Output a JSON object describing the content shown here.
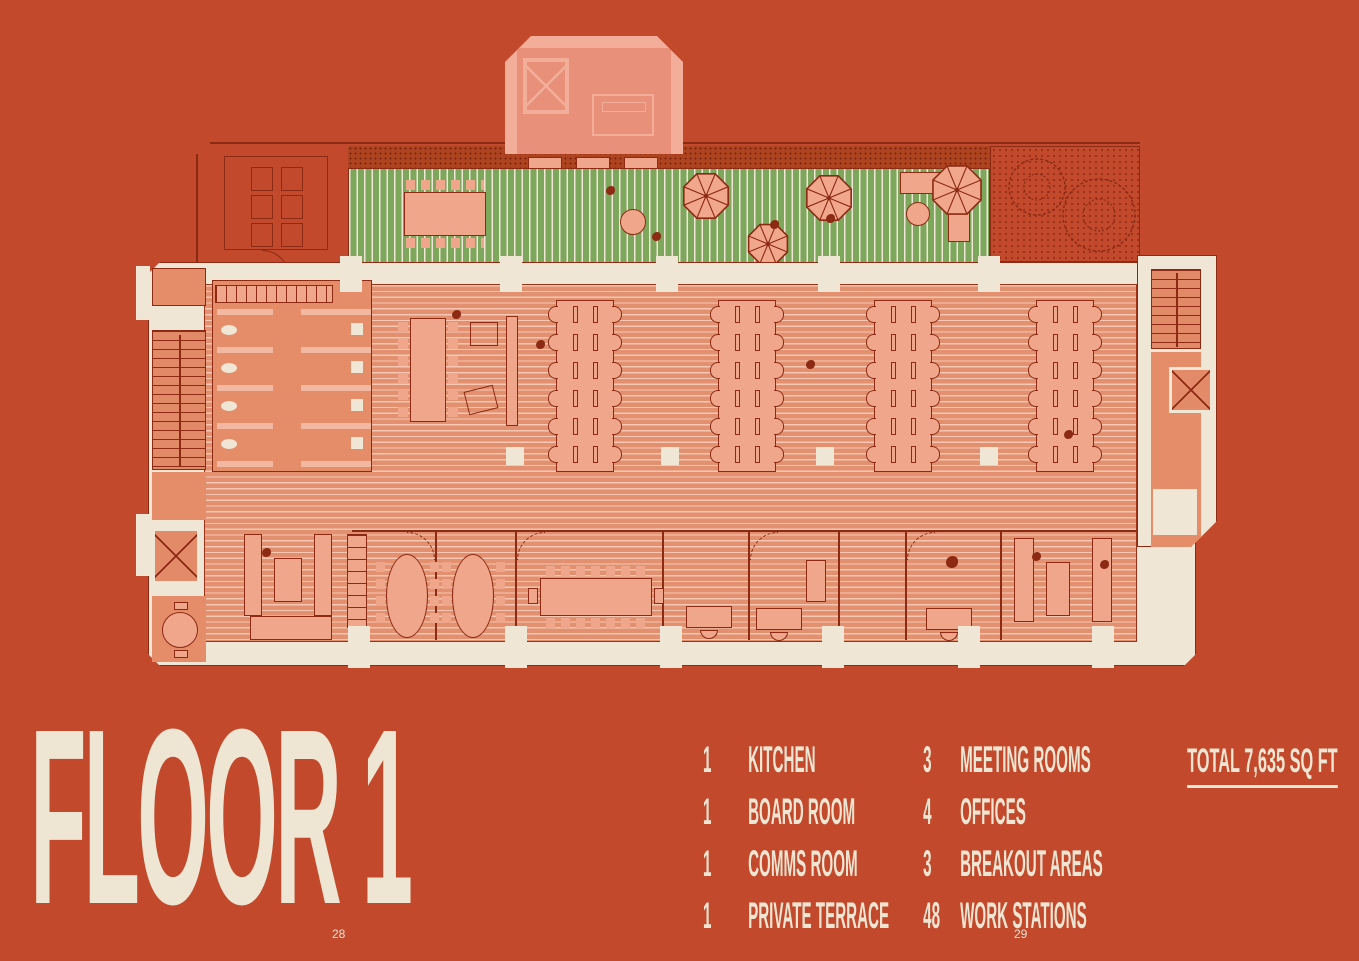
{
  "title": {
    "text": "FLOOR 1"
  },
  "summary": {
    "total_label": "TOTAL 7,635 SQ FT"
  },
  "legend": {
    "rows": [
      {
        "c1": "1",
        "l1": "KITCHEN",
        "c2": "3",
        "l2": "MEETING ROOMS"
      },
      {
        "c1": "1",
        "l1": "BOARD ROOM",
        "c2": "4",
        "l2": "OFFICES"
      },
      {
        "c1": "1",
        "l1": "COMMS ROOM",
        "c2": "3",
        "l2": "BREAKOUT AREAS"
      },
      {
        "c1": "1",
        "l1": "PRIVATE TERRACE",
        "c2": "48",
        "l2": "WORK STATIONS"
      }
    ]
  },
  "footer": {
    "page_left": "28",
    "page_right": "29"
  },
  "colors": {
    "background": "#C2492B",
    "cream_walls_text": "#EFE5D3",
    "plan_linework": "#8C2A14",
    "floor_salmon": "#E2906F",
    "furniture_pink": "#F0A68A",
    "terrace_green": "#7CA75C",
    "highlight_pale_pink": "#F3AE9A"
  },
  "plan": {
    "workstation_banks": 4,
    "rows_per_bank": 6,
    "seats_per_row": 2
  }
}
